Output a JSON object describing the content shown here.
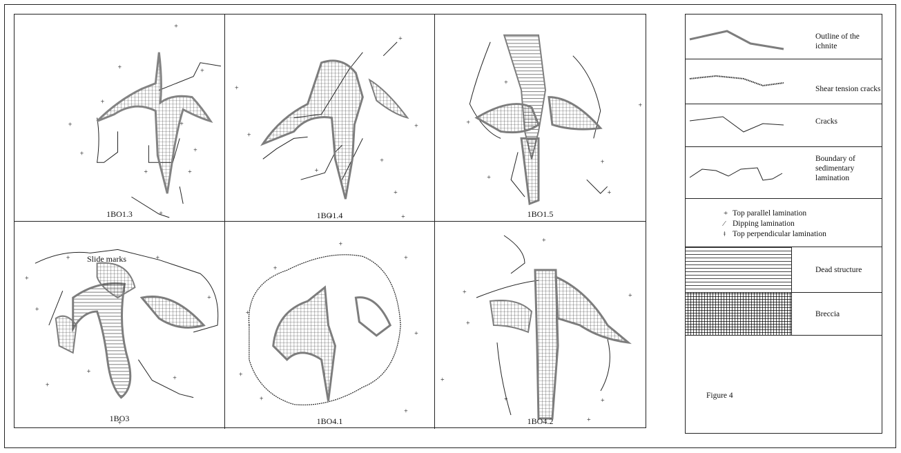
{
  "figure_label": "Figure 4",
  "panels": [
    {
      "id": "1BO1.3",
      "label": "1BO1.3"
    },
    {
      "id": "1BO1.4",
      "label": "1BO1.4"
    },
    {
      "id": "1BO1.5",
      "label": "1BO1.5"
    },
    {
      "id": "1BO3",
      "label": "1BO3",
      "annotation": "Slide marks"
    },
    {
      "id": "1BO4.1",
      "label": "1BO4.1"
    },
    {
      "id": "1BO4.2",
      "label": "1BO4.2"
    }
  ],
  "legend": {
    "outline": "Outline of the ichnite",
    "shear": "Shear tension cracks",
    "cracks": "Cracks",
    "boundary": "Boundary of sedimentary lamination",
    "lamination": [
      {
        "symbol": "+",
        "label": "Top parallel lamination"
      },
      {
        "symbol": "⁄",
        "label": "Dipping lamination"
      },
      {
        "symbol": "ǂ",
        "label": "Top perpendicular lamination"
      }
    ],
    "dead": "Dead structure",
    "breccia": "Breccia"
  },
  "colors": {
    "outline": "#7d7d7d",
    "line": "#222222"
  }
}
